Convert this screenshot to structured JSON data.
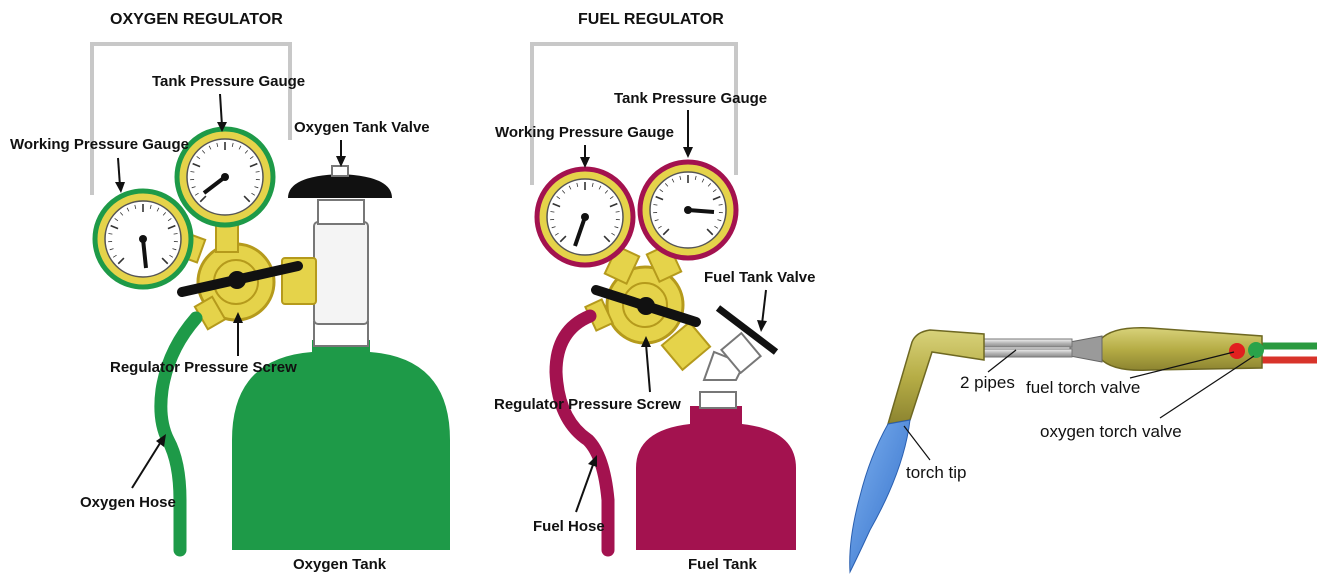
{
  "oxygen": {
    "title": "OXYGEN REGULATOR",
    "tank_gauge": "Tank Pressure Gauge",
    "working_gauge": "Working Pressure Gauge",
    "tank_valve": "Oxygen Tank Valve",
    "screw": "Regulator Pressure Screw",
    "hose": "Oxygen Hose",
    "tank": "Oxygen Tank",
    "color": "#1e9a48"
  },
  "fuel": {
    "title": "FUEL REGULATOR",
    "tank_gauge": "Tank Pressure Gauge",
    "working_gauge": "Working Pressure Gauge",
    "tank_valve": "Fuel Tank Valve",
    "screw": "Regulator Pressure Screw",
    "hose": "Fuel Hose",
    "tank": "Fuel Tank",
    "color": "#a3124f"
  },
  "torch": {
    "pipes": "2 pipes",
    "fuel_valve": "fuel torch valve",
    "oxygen_valve": "oxygen torch valve",
    "tip": "torch tip"
  },
  "colors": {
    "brass": "#e5d34a",
    "brass_dark": "#b59a1c",
    "torch_body": "#b8b04a",
    "flame": "#3f7fd6"
  }
}
